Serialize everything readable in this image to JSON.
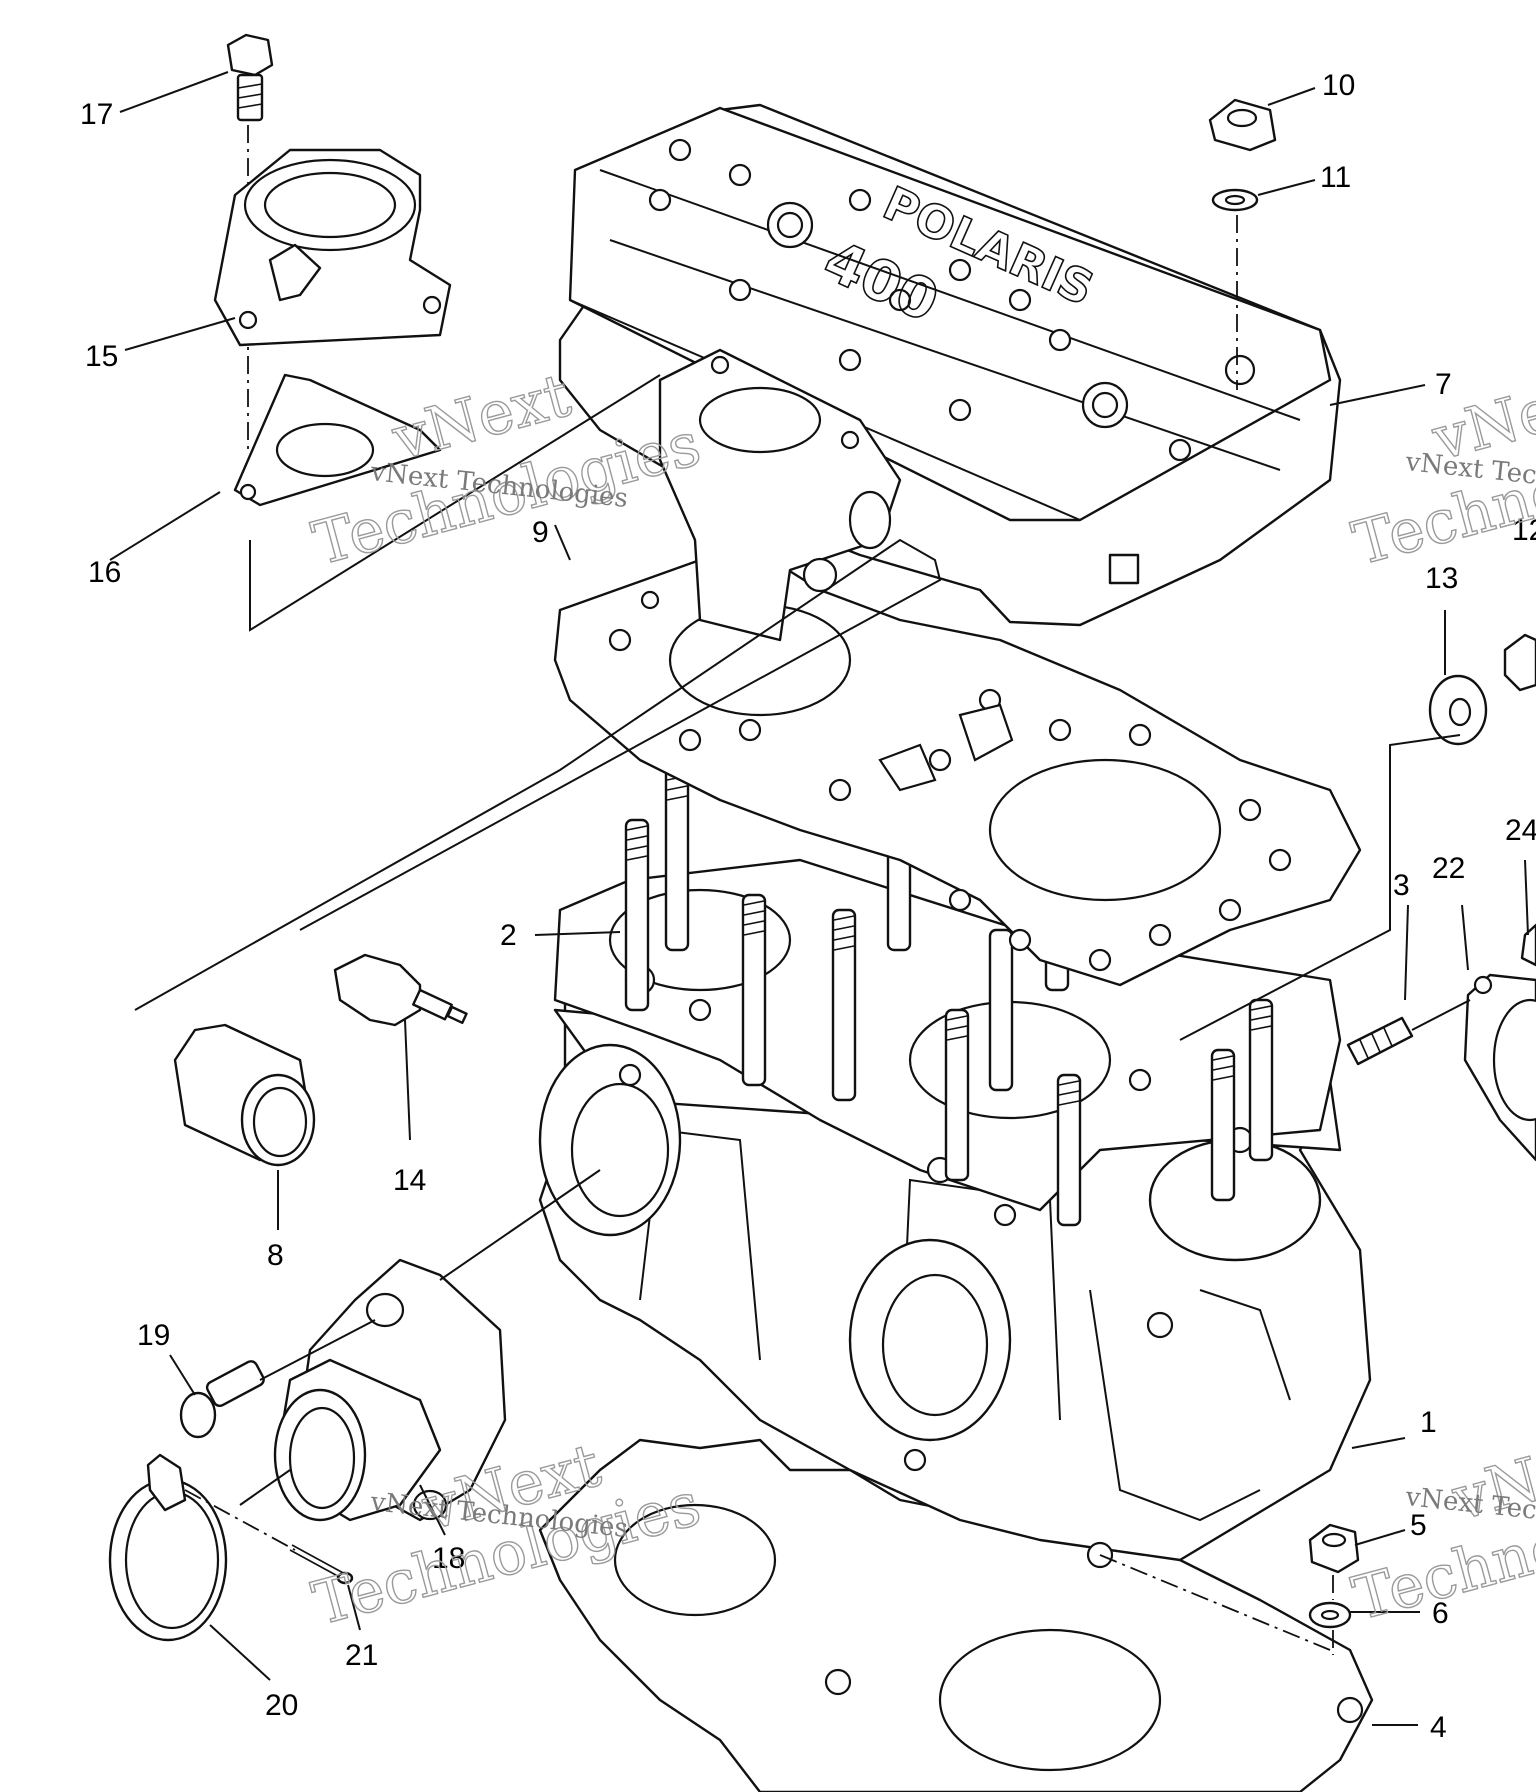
{
  "callouts": [
    "1",
    "2",
    "3",
    "4",
    "5",
    "6",
    "7",
    "8",
    "9",
    "10",
    "11",
    "12",
    "13",
    "14",
    "15",
    "16",
    "17",
    "18",
    "19",
    "20",
    "21",
    "22",
    "24"
  ],
  "cover_logo": "POLARIS",
  "cover_model": "400",
  "watermark": {
    "line1": "vNext",
    "line2": "Technologies",
    "caption": "vNext Technologies"
  }
}
